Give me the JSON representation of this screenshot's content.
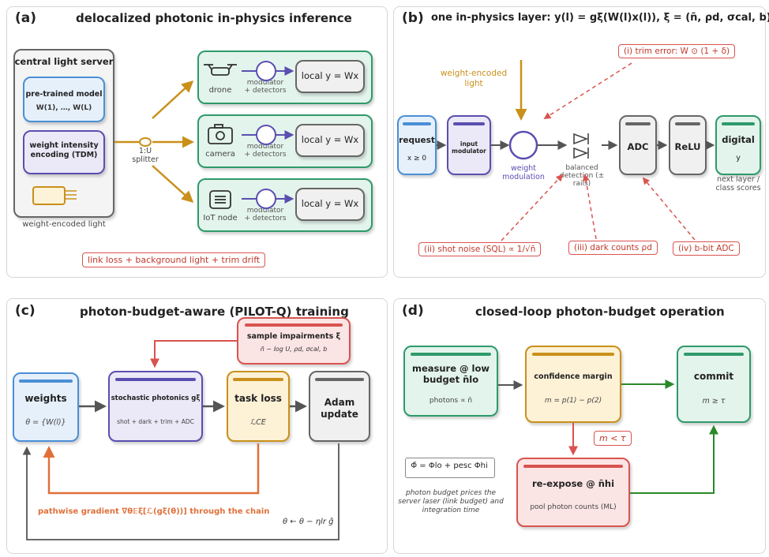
{
  "panel_a": {
    "label": "(a)",
    "title": "delocalized photonic in-physics inference",
    "server_title": "central light server",
    "pretrained_title": "pre-trained model",
    "pretrained_weights": "W(1), …, W(L)",
    "encoding_title": "weight intensity encoding (TDM)",
    "server_caption": "weight-encoded light",
    "splitter_label": "1:U splitter",
    "devices": [
      {
        "name": "drone",
        "icon": "drone-icon"
      },
      {
        "name": "camera",
        "icon": "camera-icon"
      },
      {
        "name": "IoT node",
        "icon": "chip-icon"
      }
    ],
    "modulator_label": "modulator + detectors",
    "local_label": "local y = Wx",
    "losses": "link loss + background light + trim drift"
  },
  "panel_b": {
    "label": "(b)",
    "title": "one in-physics layer:  y(l) = gξ(W(l)x(l)),   ξ = (n̄, ρd, σcal, b)",
    "weight_light": "weight-encoded light",
    "trim_error": "(i) trim error:  W ⊙ (1 + δ)",
    "request": "request",
    "request_sub": "x ≥ 0",
    "input_mod": "input modulator",
    "weight_mod": "weight modulation",
    "balanced": "balanced detection (± rails)",
    "adc": "ADC",
    "relu": "ReLU",
    "digital": "digital",
    "digital_sub": "y",
    "next_layer": "next layer / class scores",
    "shot_noise": "(ii) shot noise (SQL)  ∝ 1/√n̄",
    "dark_counts": "(iii) dark counts ρd",
    "bit_adc": "(iv) b-bit ADC"
  },
  "panel_c": {
    "label": "(c)",
    "title": "photon-budget-aware (PILOT-Q) training",
    "impairments": "sample impairments ξ",
    "impairments_sub": "n̄ ~ log U,  ρd,  σcal,  b",
    "weights": "weights",
    "weights_sub": "θ = {W(l)}",
    "stochastic": "stochastic photonics gξ",
    "stochastic_sub": "shot + dark + trim + ADC",
    "task_loss": "task loss",
    "task_loss_sub": "ℒCE",
    "adam": "Adam update",
    "gradient": "pathwise gradient ∇θ𝔼ξ[ℒ(gξ(θ))] through the chain",
    "update_rule": "θ ← θ − ηlr ĝ"
  },
  "panel_d": {
    "label": "(d)",
    "title": "closed-loop photon-budget operation",
    "measure": "measure @ low budget n̄lo",
    "measure_sub": "photons ∝ n̄",
    "confidence": "confidence margin",
    "confidence_sub": "m = p(1) − p(2)",
    "commit": "commit",
    "commit_sub": "m ≥ τ",
    "condition": "m < τ",
    "reexpose": "re-expose @ n̄hi",
    "reexpose_sub": "pool photon counts (ML)",
    "formula": "Φ̄ = Φlo + pesc Φhi",
    "formula_note": "photon budget prices the server laser (link budget) and integration time"
  },
  "colors": {
    "blue": "#4a8fd6",
    "purple": "#5a4fb0",
    "green": "#2e9a6a",
    "gold": "#c9901a",
    "red": "#d9534f",
    "orange": "#e0703a",
    "gray": "#555555"
  }
}
